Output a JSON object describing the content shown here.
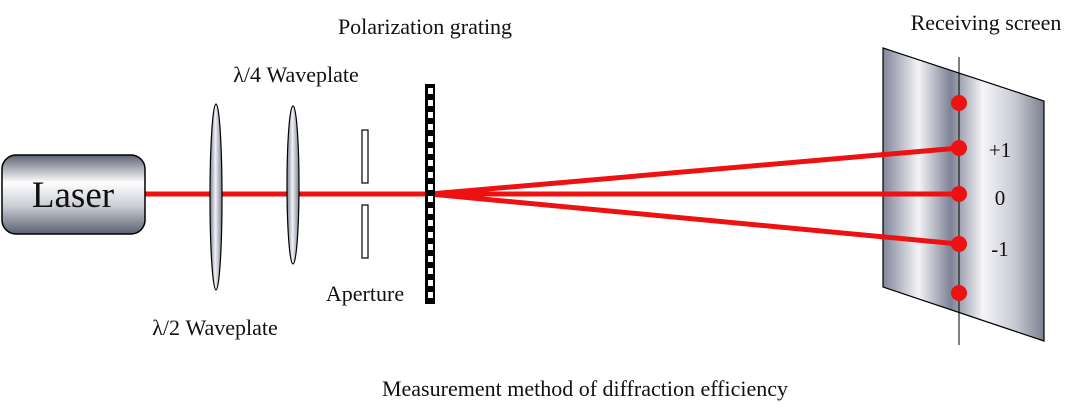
{
  "labels": {
    "polarization_grating": "Polarization grating",
    "quarter_waveplate": "λ/4 Waveplate",
    "half_waveplate": "λ/2 Waveplate",
    "aperture": "Aperture",
    "receiving_screen": "Receiving screen",
    "laser": "Laser",
    "caption": "Measurement method of diffraction efficiency"
  },
  "orders": [
    "+1",
    "0",
    "-1"
  ],
  "colors": {
    "beam": "#ee1111",
    "spot": "#ee1111",
    "outline": "#000000",
    "screen_dark": "#7b8090",
    "screen_light": "#f4f4f6"
  }
}
